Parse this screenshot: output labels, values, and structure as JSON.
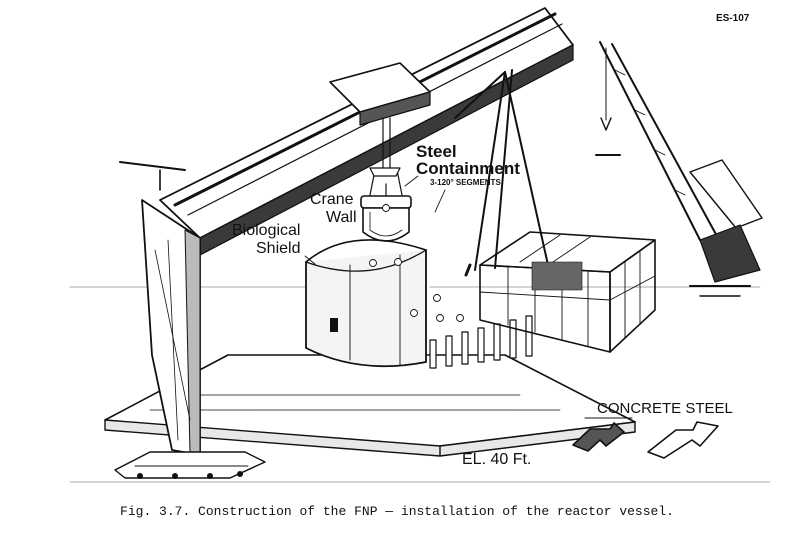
{
  "figure": {
    "code": "ES-107",
    "labels": {
      "steel_containment_line1": "Steel",
      "steel_containment_line2": "Containment",
      "segments": "3-120° SEGMENTS",
      "crane_wall_line1": "Crane",
      "crane_wall_line2": "Wall",
      "bio_shield_line1": "Biological",
      "bio_shield_line2": "Shield",
      "concrete_steel": "CONCRETE STEEL",
      "elevation": "EL. 40 Ft."
    },
    "caption": "Fig. 3.7.  Construction of the FNP — installation of the reactor vessel."
  }
}
